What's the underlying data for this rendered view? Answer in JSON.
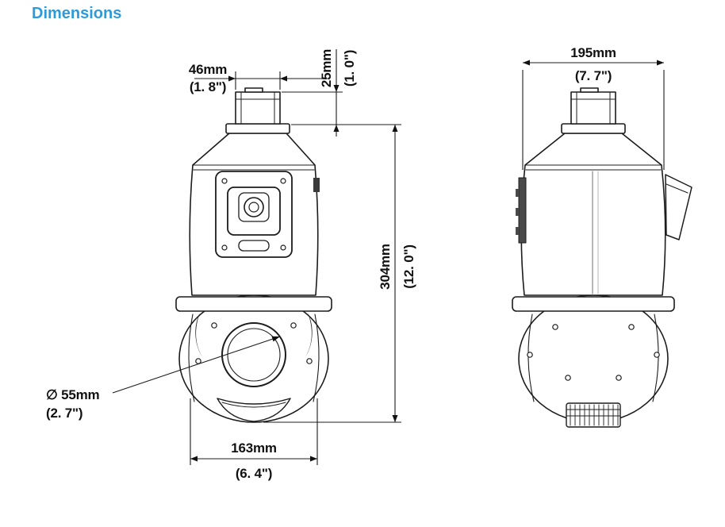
{
  "page": {
    "title": "Dimensions"
  },
  "colors": {
    "title_accent": "#2e9bd8",
    "line": "#1a1a1a"
  },
  "front_view": {
    "dims": {
      "top_width_mm": "46mm",
      "top_width_in": "(1. 8\")",
      "neck_height_mm": "25mm",
      "neck_height_in": "(1. 0\")",
      "overall_height_mm": "304mm",
      "overall_height_in": "(12. 0\")",
      "lens_diameter_mm": "∅ 55mm",
      "lens_diameter_in": "(2. 7\")",
      "base_width_mm": "163mm",
      "base_width_in": "(6. 4\")"
    }
  },
  "side_view": {
    "dims": {
      "top_width_mm": "195mm",
      "top_width_in": "(7. 7\")"
    }
  }
}
